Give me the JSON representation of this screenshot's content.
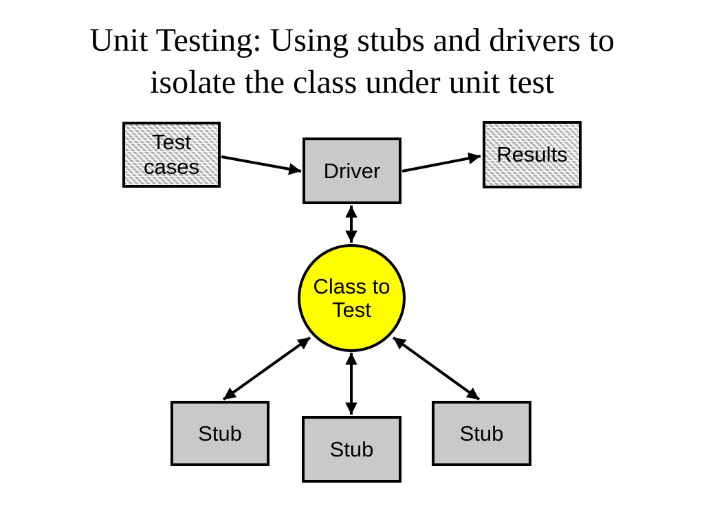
{
  "title": {
    "lines": [
      "Unit Testing: Using stubs and drivers to",
      "isolate the class under unit test"
    ]
  },
  "diagram": {
    "nodes": {
      "test_cases": {
        "lines": [
          "Test",
          "cases"
        ],
        "fill": "hatched",
        "shape": "rectangle"
      },
      "driver": {
        "lines": [
          "Driver"
        ],
        "fill": "gray",
        "shape": "rectangle"
      },
      "results": {
        "lines": [
          "Results"
        ],
        "fill": "hatched",
        "shape": "rectangle"
      },
      "class_to_test": {
        "lines": [
          "Class to",
          "Test"
        ],
        "fill": "yellow",
        "shape": "circle"
      },
      "stub_left": {
        "lines": [
          "Stub"
        ],
        "fill": "gray",
        "shape": "rectangle"
      },
      "stub_middle": {
        "lines": [
          "Stub"
        ],
        "fill": "gray",
        "shape": "rectangle"
      },
      "stub_right": {
        "lines": [
          "Stub"
        ],
        "fill": "gray",
        "shape": "rectangle"
      }
    },
    "connections": [
      {
        "from": "test_cases",
        "to": "driver",
        "arrow": "single"
      },
      {
        "from": "driver",
        "to": "results",
        "arrow": "single"
      },
      {
        "from": "driver",
        "to": "class_to_test",
        "arrow": "double"
      },
      {
        "from": "class_to_test",
        "to": "stub_left",
        "arrow": "double"
      },
      {
        "from": "class_to_test",
        "to": "stub_middle",
        "arrow": "double"
      },
      {
        "from": "class_to_test",
        "to": "stub_right",
        "arrow": "double"
      }
    ],
    "colors": {
      "node_gray": "#c9c9c9",
      "hatch_stripe": "#adadad",
      "hatch_background": "#f2f2f2",
      "circle_yellow": "#ffff00",
      "line_and_border": "#000000",
      "slide_background": "#ffffff"
    }
  }
}
